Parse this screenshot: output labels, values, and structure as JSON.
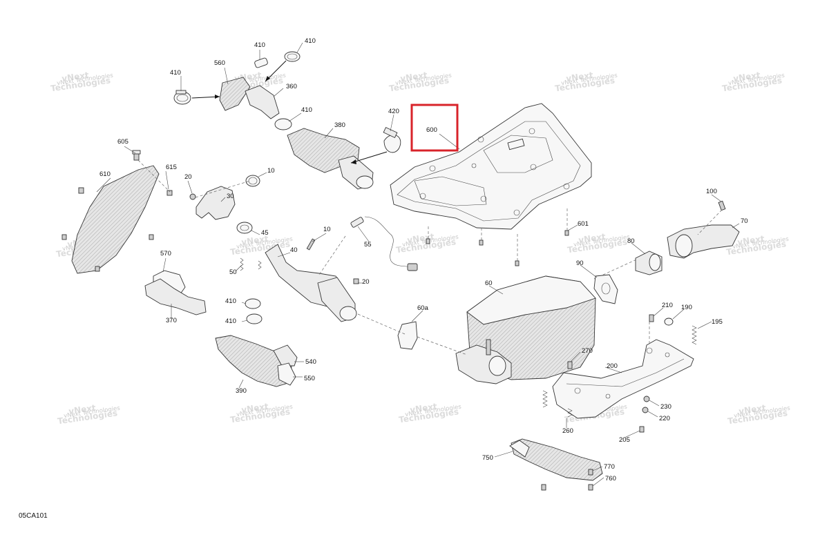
{
  "diagram_code": "05CA101",
  "watermark": {
    "line1": "vNext",
    "line2": "Technologies",
    "full": "vNext Technologies"
  },
  "highlighted_part": "600",
  "labels": {
    "l410a": "410",
    "l410b": "410",
    "l410c": "410",
    "l410d": "410",
    "l410e": "410",
    "l410f": "410",
    "l560": "560",
    "l360": "360",
    "l380": "380",
    "l420": "420",
    "l600": "600",
    "l605": "605",
    "l610": "610",
    "l615": "615",
    "l20a": "20",
    "l10a": "10",
    "l30": "30",
    "l45": "45",
    "l10b": "10",
    "l55": "55",
    "l40": "40",
    "l50": "50",
    "l20b": "20",
    "l570": "570",
    "l370": "370",
    "l601": "601",
    "l100": "100",
    "l70": "70",
    "l80": "80",
    "l90": "90",
    "l60": "60",
    "l60a": "60a",
    "l540": "540",
    "l550": "550",
    "l390": "390",
    "l210": "210",
    "l190": "190",
    "l195": "195",
    "l270": "270",
    "l200": "200",
    "l260": "260",
    "l230": "230",
    "l220": "220",
    "l205": "205",
    "l750": "750",
    "l770": "770",
    "l760": "760"
  },
  "colors": {
    "highlight": "#d8232a",
    "line": "#333333",
    "watermark": "#c9c9c9"
  }
}
